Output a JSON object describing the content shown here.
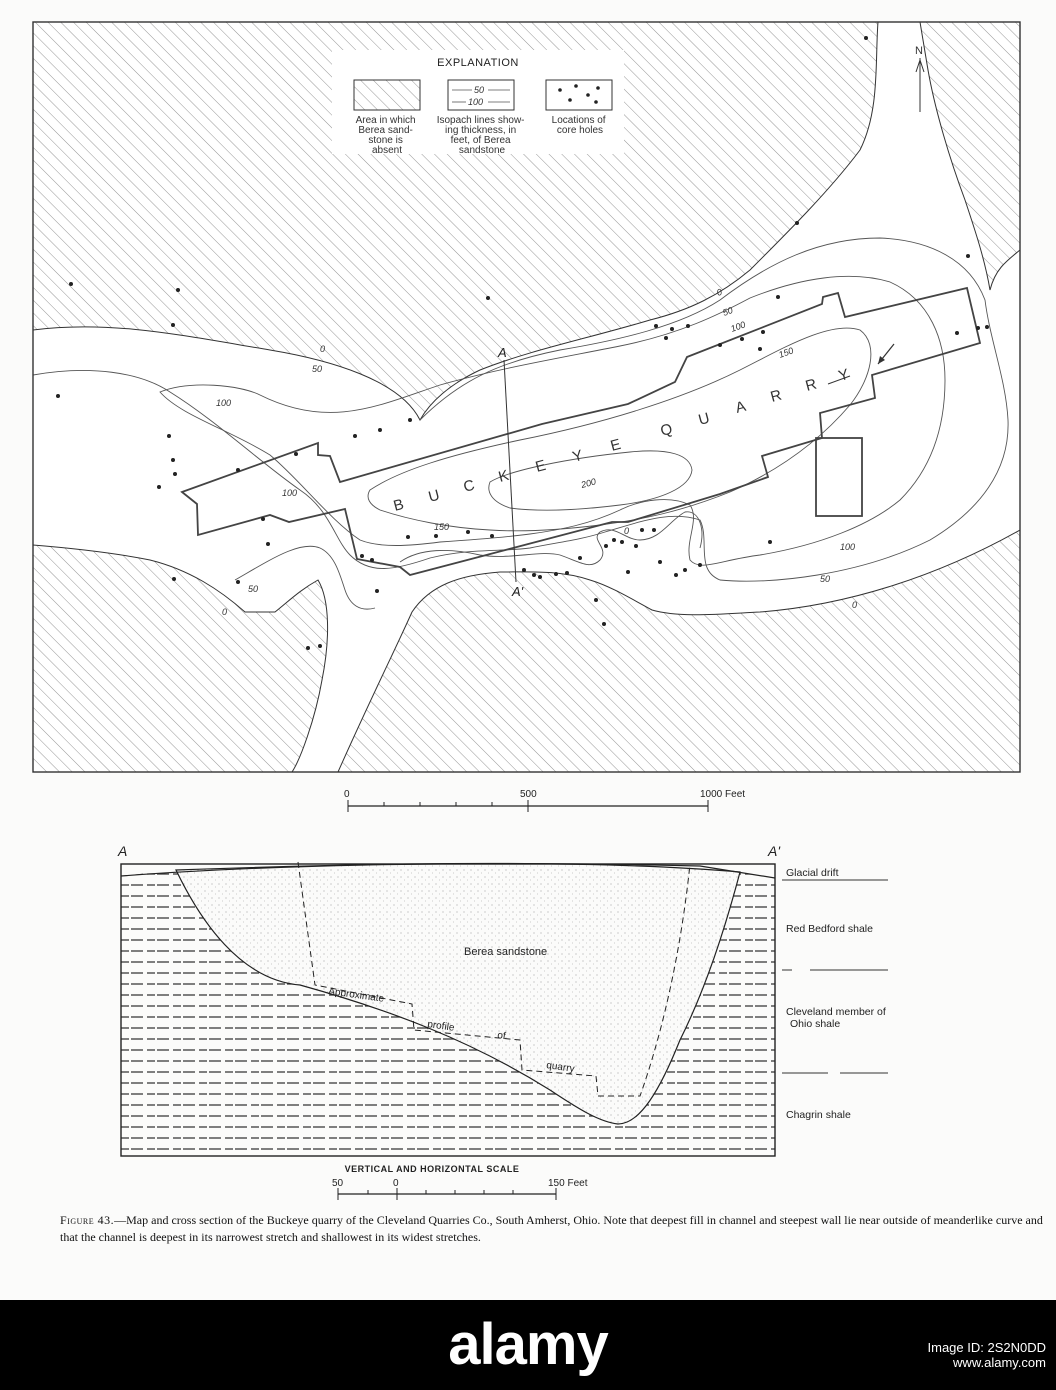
{
  "explanation": {
    "title": "EXPLANATION",
    "absent_label": [
      "Area in which",
      "Berea sand-",
      "stone is",
      "absent"
    ],
    "isopach_label": [
      "Isopach lines show-",
      "ing thickness, in",
      "feet, of Berea",
      "sandstone"
    ],
    "isopach_sample_values": [
      "50",
      "100"
    ],
    "core_label": [
      "Locations of",
      "core holes"
    ]
  },
  "north_label": "N",
  "quarry_name": [
    "B",
    "U",
    "C",
    "K",
    "E",
    "Y",
    "E",
    "Q",
    "U",
    "A",
    "R",
    "R",
    "Y"
  ],
  "isopach_values": [
    "0",
    "50",
    "100",
    "150",
    "200",
    "0",
    "50",
    "100",
    "150",
    "0",
    "50",
    "100",
    "0",
    "50",
    "100",
    "0"
  ],
  "section_markers": {
    "start": "A",
    "end": "A'"
  },
  "map_scale": {
    "ticks": [
      "0",
      "500",
      "1000 Feet"
    ]
  },
  "cross_section": {
    "start_label": "A",
    "end_label": "A'",
    "berea_label": "Berea sandstone",
    "profile_words": [
      "Approximate",
      "profile",
      "of",
      "quarry"
    ],
    "units": [
      "Glacial drift",
      "Red Bedford shale",
      "Cleveland member of",
      "Ohio shale",
      "Chagrin shale"
    ],
    "scale_title": "VERTICAL AND HORIZONTAL SCALE",
    "scale_ticks": [
      "50",
      "0",
      "150 Feet"
    ]
  },
  "caption": {
    "figure_number": "Figure 43.",
    "text": "—Map and cross section of the Buckeye quarry of the Cleveland Quarries Co., South Amherst, Ohio.  Note that deepest fill in channel and steepest wall lie near outside of meanderlike curve and that the channel is deepest in its narrowest stretch and shallowest in its widest stretches."
  },
  "watermark": {
    "brand": "alamy",
    "image_id": "Image ID: 2S2N0DD",
    "site": "www.alamy.com"
  },
  "core_holes": [
    [
      866,
      38
    ],
    [
      797,
      223
    ],
    [
      968,
      256
    ],
    [
      71,
      284
    ],
    [
      178,
      290
    ],
    [
      488,
      298
    ],
    [
      778,
      297
    ],
    [
      173,
      325
    ],
    [
      957,
      333
    ],
    [
      978,
      328
    ],
    [
      987,
      327
    ],
    [
      656,
      326
    ],
    [
      672,
      329
    ],
    [
      688,
      326
    ],
    [
      666,
      338
    ],
    [
      720,
      345
    ],
    [
      760,
      349
    ],
    [
      763,
      332
    ],
    [
      742,
      339
    ],
    [
      58,
      396
    ],
    [
      169,
      436
    ],
    [
      173,
      460
    ],
    [
      175,
      474
    ],
    [
      410,
      420
    ],
    [
      355,
      436
    ],
    [
      380,
      430
    ],
    [
      238,
      470
    ],
    [
      296,
      454
    ],
    [
      159,
      487
    ],
    [
      263,
      519
    ],
    [
      268,
      544
    ],
    [
      408,
      537
    ],
    [
      436,
      536
    ],
    [
      468,
      532
    ],
    [
      492,
      536
    ],
    [
      362,
      556
    ],
    [
      372,
      560
    ],
    [
      377,
      591
    ],
    [
      238,
      582
    ],
    [
      174,
      579
    ],
    [
      524,
      570
    ],
    [
      534,
      575
    ],
    [
      540,
      577
    ],
    [
      556,
      574
    ],
    [
      567,
      573
    ],
    [
      580,
      558
    ],
    [
      596,
      600
    ],
    [
      604,
      624
    ],
    [
      628,
      572
    ],
    [
      636,
      546
    ],
    [
      642,
      530
    ],
    [
      654,
      530
    ],
    [
      606,
      546
    ],
    [
      614,
      540
    ],
    [
      622,
      542
    ],
    [
      660,
      562
    ],
    [
      676,
      575
    ],
    [
      685,
      570
    ],
    [
      700,
      565
    ],
    [
      770,
      542
    ],
    [
      320,
      646
    ],
    [
      308,
      648
    ]
  ]
}
